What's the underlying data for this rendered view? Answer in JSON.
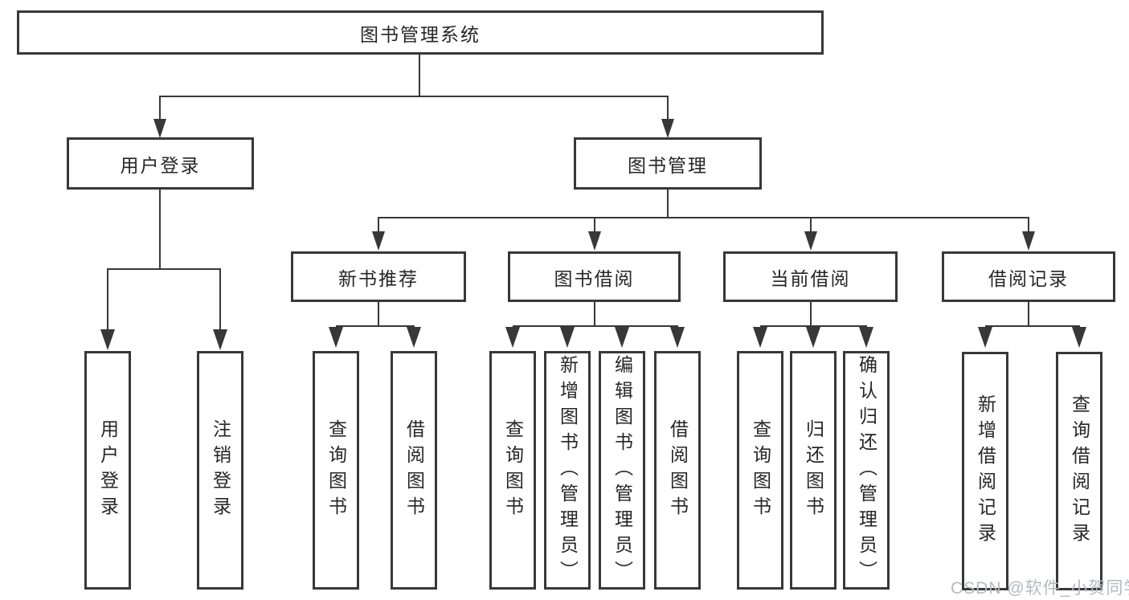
{
  "diagram": {
    "tree": {
      "label": "图书管理系统",
      "children": [
        {
          "label": "用户登录",
          "children": [
            {
              "label": "用户登录"
            },
            {
              "label": "注销登录"
            }
          ]
        },
        {
          "label": "图书管理",
          "children": [
            {
              "label": "新书推荐",
              "children": [
                {
                  "label": "查询图书"
                },
                {
                  "label": "借阅图书"
                }
              ]
            },
            {
              "label": "图书借阅",
              "children": [
                {
                  "label": "查询图书"
                },
                {
                  "label": "新增图书（管理员）"
                },
                {
                  "label": "编辑图书（管理员）"
                },
                {
                  "label": "借阅图书"
                }
              ]
            },
            {
              "label": "当前借阅",
              "children": [
                {
                  "label": "查询图书"
                },
                {
                  "label": "归还图书"
                },
                {
                  "label": "确认归还（管理员）"
                }
              ]
            },
            {
              "label": "借阅记录",
              "children": [
                {
                  "label": "新增借阅记录"
                },
                {
                  "label": "查询借阅记录"
                }
              ]
            }
          ]
        }
      ]
    },
    "colors": {
      "line": "#383838",
      "text": "#262626",
      "watermark_gray": "#b6bac1"
    }
  },
  "watermark": {
    "text": "CSDN @软件_小贺同学"
  }
}
